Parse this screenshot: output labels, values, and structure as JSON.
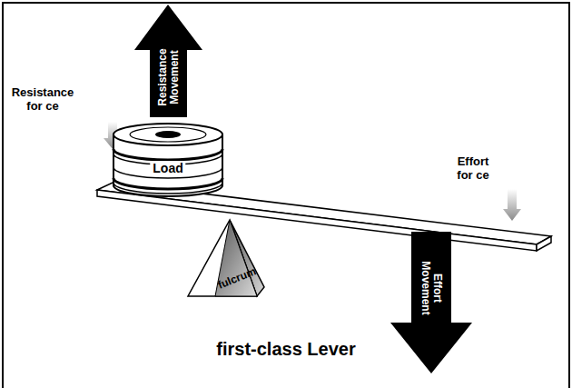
{
  "diagram": {
    "title": "first-class Lever",
    "nodes": [
      {
        "text": [
          "Resistance Movement"
        ]
      },
      {
        "text": [
          "Load"
        ]
      },
      {
        "text": [
          "fulcrum"
        ]
      },
      {
        "text": [
          "Effort Movement"
        ]
      }
    ],
    "labels": [
      "Resistance for ce",
      "Effort for ce"
    ]
  }
}
